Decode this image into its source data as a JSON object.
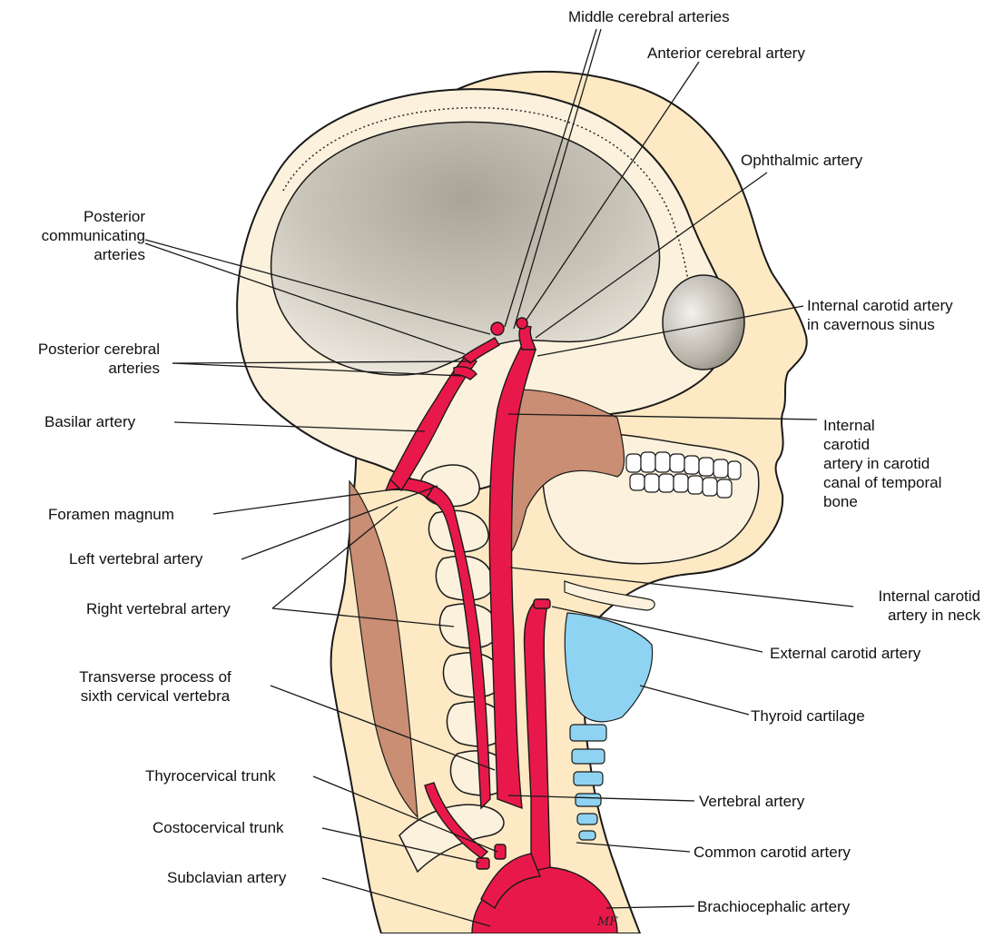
{
  "labels": {
    "middle_cerebral": "Middle cerebral arteries",
    "anterior_cerebral": "Anterior cerebral artery",
    "ophthalmic": "Ophthalmic artery",
    "posterior_communicating": [
      "Posterior",
      "communicating",
      "arteries"
    ],
    "internal_carotid_cavernous": [
      "Internal carotid artery",
      "in cavernous sinus"
    ],
    "posterior_cerebral": [
      "Posterior cerebral",
      "arteries"
    ],
    "basilar": "Basilar artery",
    "internal_carotid_canal": [
      "Internal",
      "carotid",
      "artery in carotid",
      "canal of temporal",
      "bone"
    ],
    "foramen_magnum": "Foramen magnum",
    "left_vertebral": "Left vertebral artery",
    "right_vertebral": "Right vertebral artery",
    "internal_carotid_neck": [
      "Internal carotid",
      "artery in neck"
    ],
    "external_carotid": "External carotid artery",
    "transverse_process": [
      "Transverse process of",
      "sixth cervical vertebra"
    ],
    "thyroid_cartilage": "Thyroid cartilage",
    "thyrocervical": "Thyrocervical trunk",
    "vertebral": "Vertebral artery",
    "costocervical": "Costocervical trunk",
    "common_carotid": "Common carotid artery",
    "subclavian": "Subclavian artery",
    "brachiocephalic": "Brachiocephalic artery"
  },
  "signature": "MF",
  "colors": {
    "artery": "#e8194a",
    "skin": "#fde9c4",
    "skull": "#fbf1dc",
    "brain_cavity": "#bdb7ab",
    "muscle": "#c98e73",
    "cartilage": "#8fd3f2",
    "outline": "#1a1a1a"
  }
}
